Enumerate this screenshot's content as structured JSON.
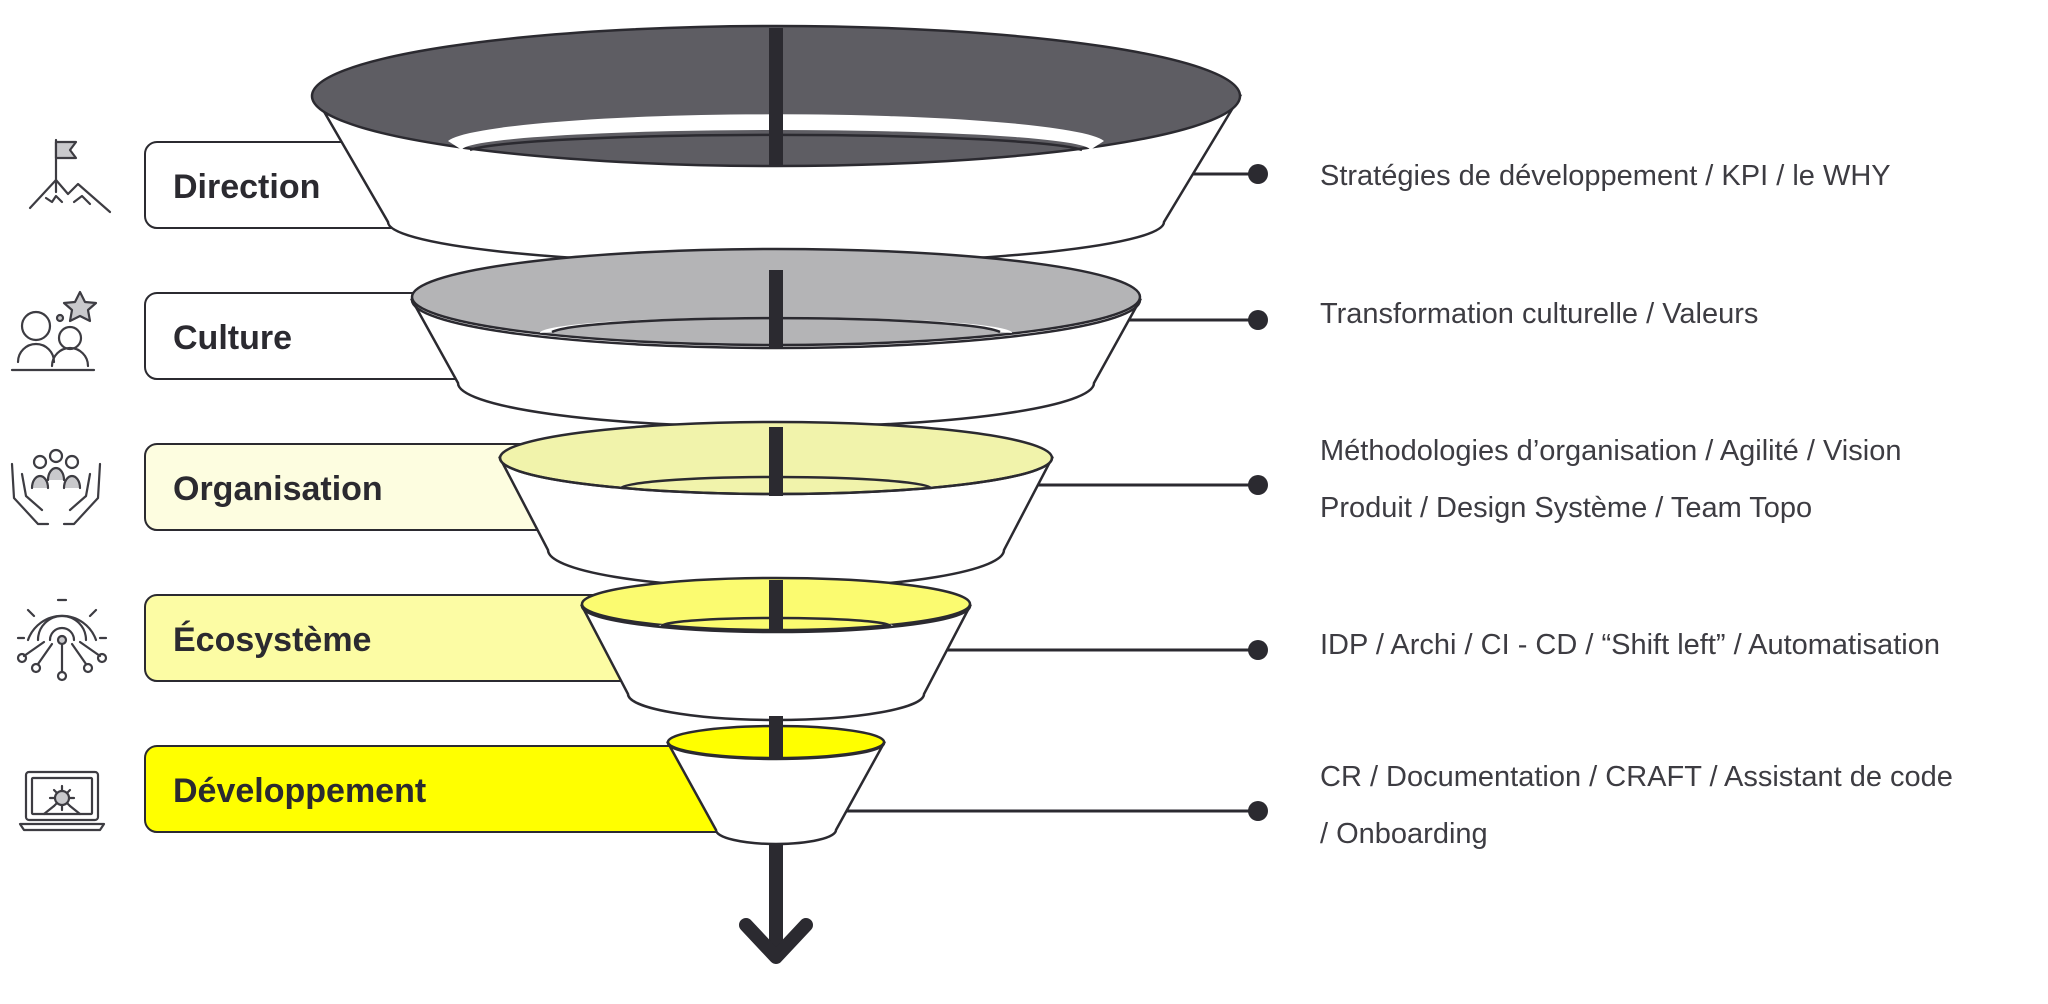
{
  "diagram": {
    "levels": [
      {
        "label": "Direction",
        "icon": "mountain-flag-icon",
        "description": [
          "Stratégies de développement / KPI / le WHY"
        ],
        "label_fill": "#ffffff",
        "rim_fill": "#5e5d63"
      },
      {
        "label": "Culture",
        "icon": "people-star-icon",
        "description": [
          "Transformation culturelle / Valeurs"
        ],
        "label_fill": "#ffffff",
        "rim_fill": "#b4b4b6"
      },
      {
        "label": "Organisation",
        "icon": "hands-team-icon",
        "description": [
          "Méthodologies d’organisation / Agilité / Vision",
          "Produit / Design Système / Team Topo"
        ],
        "label_fill": "#fdfde0",
        "rim_fill": "#f1f3ab"
      },
      {
        "label": "Écosystème",
        "icon": "gear-circuit-icon",
        "description": [
          "IDP / Archi / CI - CD / “Shift left” / Automatisation"
        ],
        "label_fill": "#fcfca4",
        "rim_fill": "#fbfb70"
      },
      {
        "label": "Développement",
        "icon": "laptop-gear-icon",
        "description": [
          "CR / Documentation / CRAFT / Assistant de code",
          "/ Onboarding"
        ],
        "label_fill": "#ffff00",
        "rim_fill": "#ffff00"
      }
    ],
    "colors": {
      "stroke": "#2b2a30",
      "axis": "#2b2a30",
      "funnel_body": "#ffffff"
    }
  }
}
